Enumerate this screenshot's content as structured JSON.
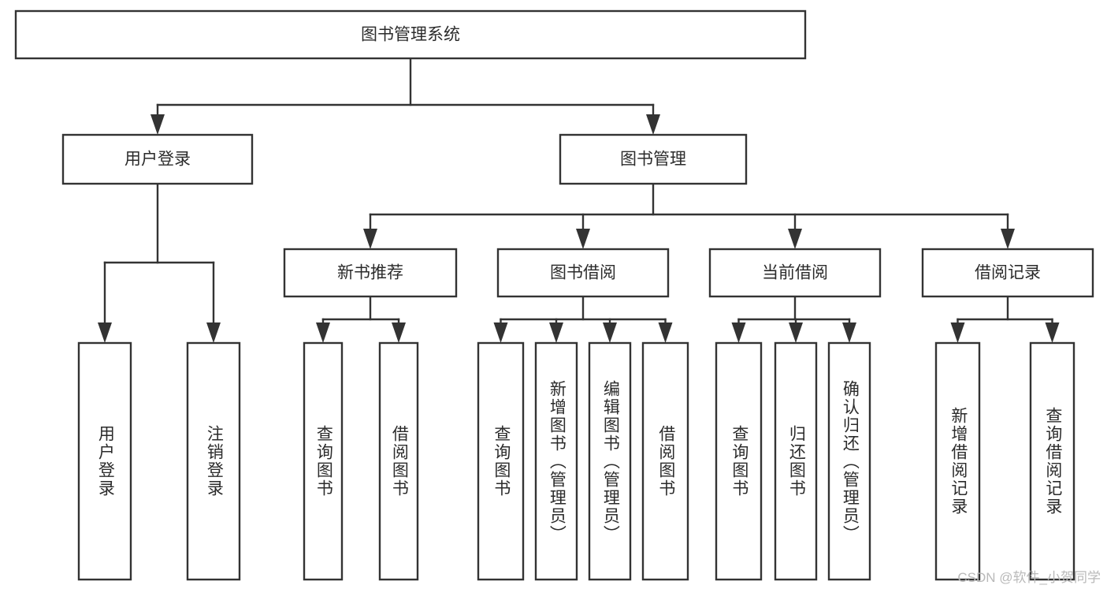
{
  "diagram": {
    "title_node": {
      "id": "root",
      "label": "图书管理系统"
    },
    "level2": [
      {
        "id": "user-login",
        "label": "用户登录"
      },
      {
        "id": "book-manage",
        "label": "图书管理"
      }
    ],
    "level3": [
      {
        "id": "new-book-recommend",
        "label": "新书推荐"
      },
      {
        "id": "book-borrow",
        "label": "图书借阅"
      },
      {
        "id": "current-borrow",
        "label": "当前借阅"
      },
      {
        "id": "borrow-record",
        "label": "借阅记录"
      }
    ],
    "leaves": {
      "user-login": [
        {
          "id": "leaf-user-login",
          "label": "用户登录"
        },
        {
          "id": "leaf-logout-login",
          "label": "注销登录"
        }
      ],
      "new-book-recommend": [
        {
          "id": "leaf-query-book-1",
          "label": "查询图书"
        },
        {
          "id": "leaf-borrow-book-1",
          "label": "借阅图书"
        }
      ],
      "book-borrow": [
        {
          "id": "leaf-query-book-2",
          "label": "查询图书"
        },
        {
          "id": "leaf-add-book",
          "label": "新增图书（管理员）"
        },
        {
          "id": "leaf-edit-book",
          "label": "编辑图书（管理员）"
        },
        {
          "id": "leaf-borrow-book-2",
          "label": "借阅图书"
        }
      ],
      "current-borrow": [
        {
          "id": "leaf-query-book-3",
          "label": "查询图书"
        },
        {
          "id": "leaf-return-book",
          "label": "归还图书"
        },
        {
          "id": "leaf-confirm-return",
          "label": "确认归还（管理员）"
        }
      ],
      "borrow-record": [
        {
          "id": "leaf-add-record",
          "label": "新增借阅记录"
        },
        {
          "id": "leaf-query-record",
          "label": "查询借阅记录"
        }
      ]
    },
    "colors": {
      "stroke": "#333333",
      "box_fill": "#ffffff",
      "text": "#2b2b2b",
      "background": "#ffffff",
      "watermark": "#b9b9b9"
    }
  },
  "watermark": {
    "text": "CSDN @软件_小贺同学"
  }
}
